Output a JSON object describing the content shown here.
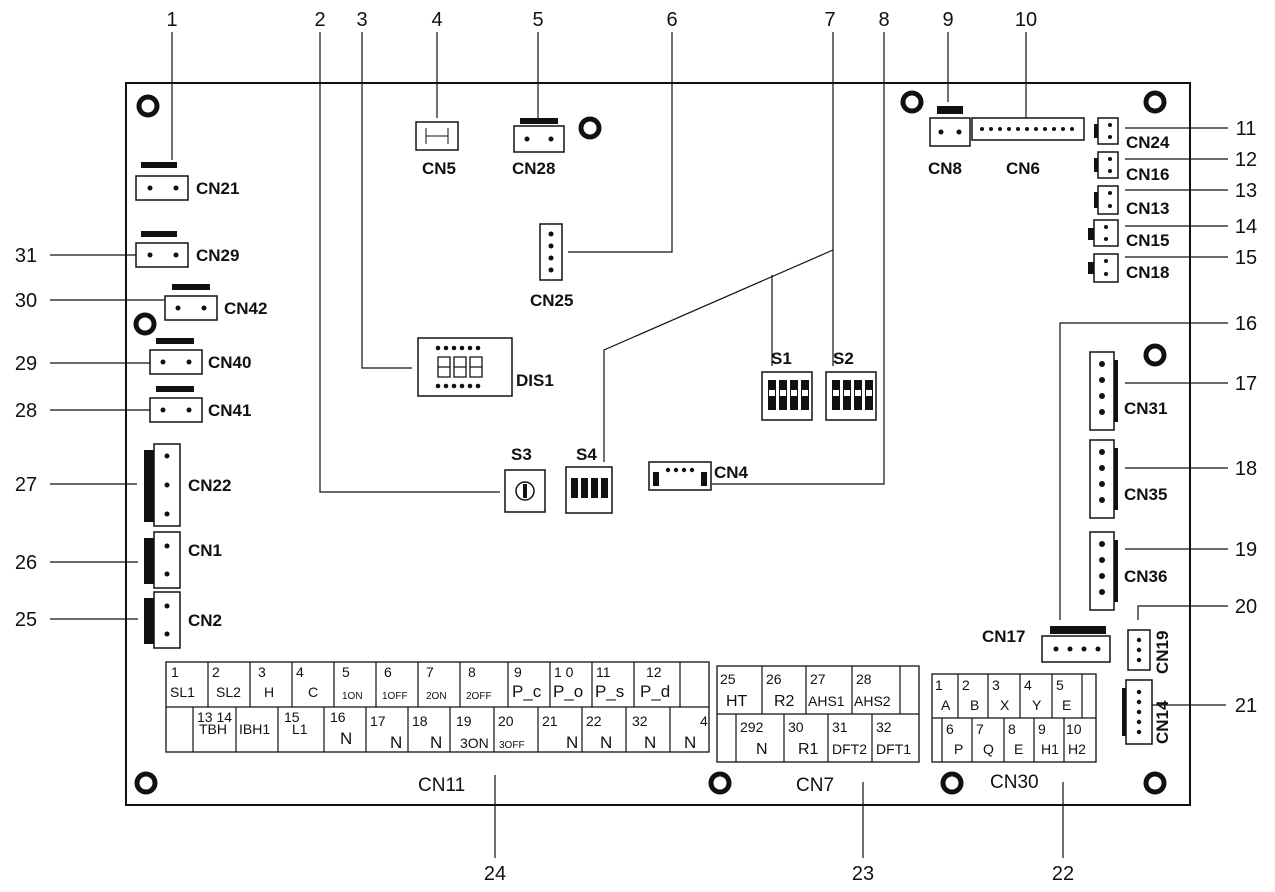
{
  "callouts": [
    "1",
    "2",
    "3",
    "4",
    "5",
    "6",
    "7",
    "8",
    "9",
    "10",
    "11",
    "12",
    "13",
    "14",
    "15",
    "16",
    "17",
    "18",
    "19",
    "20",
    "21",
    "22",
    "23",
    "24",
    "25",
    "26",
    "27",
    "28",
    "29",
    "30",
    "31"
  ],
  "connectors": {
    "cn21": "CN21",
    "cn29": "CN29",
    "cn42": "CN42",
    "cn40": "CN40",
    "cn41": "CN41",
    "cn22": "CN22",
    "cn1": "CN1",
    "cn2": "CN2",
    "cn5": "CN5",
    "cn28": "CN28",
    "cn25": "CN25",
    "dis1": "DIS1",
    "s3": "S3",
    "s4": "S4",
    "cn4": "CN4",
    "s1": "S1",
    "s2": "S2",
    "cn8": "CN8",
    "cn6": "CN6",
    "cn24": "CN24",
    "cn16": "CN16",
    "cn13": "CN13",
    "cn15": "CN15",
    "cn18": "CN18",
    "cn31": "CN31",
    "cn35": "CN35",
    "cn36": "CN36",
    "cn17": "CN17",
    "cn19": "CN19",
    "cn14": "CN14"
  },
  "cn11": {
    "label": "CN11",
    "top_row": [
      {
        "num": "1",
        "label": "SL1"
      },
      {
        "num": "2",
        "label": "SL2"
      },
      {
        "num": "3",
        "label": "H"
      },
      {
        "num": "4",
        "label": "C"
      },
      {
        "num": "5",
        "label": "1ON"
      },
      {
        "num": "6",
        "label": "1OFF"
      },
      {
        "num": "7",
        "label": "2ON"
      },
      {
        "num": "8",
        "label": "2OFF"
      },
      {
        "num": "9",
        "label": "P_c"
      },
      {
        "num": "1 0",
        "label": "P_o"
      },
      {
        "num": "11",
        "label": "P_s"
      },
      {
        "num": "12",
        "label": "P_d"
      },
      {
        "num": "",
        "label": ""
      }
    ],
    "bottom_row": [
      {
        "num": "",
        "label": ""
      },
      {
        "num": "13 14",
        "label": "TBH"
      },
      {
        "num": "",
        "label": "IBH1"
      },
      {
        "num": "15",
        "label": "L1"
      },
      {
        "num": "16",
        "label": "N"
      },
      {
        "num": "17",
        "label": "N"
      },
      {
        "num": "18",
        "label": "N"
      },
      {
        "num": "19",
        "label": "3ON"
      },
      {
        "num": "20",
        "label": "3OFF"
      },
      {
        "num": "21",
        "label": "N"
      },
      {
        "num": "22",
        "label": "N"
      },
      {
        "num": "32",
        "label": "N"
      },
      {
        "num": "4",
        "label": "N"
      }
    ]
  },
  "cn7": {
    "label": "CN7",
    "top_row": [
      {
        "num": "25",
        "label": "HT"
      },
      {
        "num": "26",
        "label": "R2"
      },
      {
        "num": "27",
        "label": "AHS1"
      },
      {
        "num": "28",
        "label": "AHS2"
      },
      {
        "num": "",
        "label": ""
      }
    ],
    "bottom_row": [
      {
        "num": "",
        "label": ""
      },
      {
        "num": "292",
        "label": "N"
      },
      {
        "num": "30",
        "label": "R1"
      },
      {
        "num": "31",
        "label": "DFT2"
      },
      {
        "num": "32",
        "label": "DFT1"
      }
    ]
  },
  "cn30": {
    "label": "CN30",
    "top_row": [
      {
        "num": "1",
        "label": "A"
      },
      {
        "num": "2",
        "label": "B"
      },
      {
        "num": "3",
        "label": "X"
      },
      {
        "num": "4",
        "label": "Y"
      },
      {
        "num": "5",
        "label": "E"
      },
      {
        "num": "",
        "label": ""
      }
    ],
    "bottom_row": [
      {
        "num": "6",
        "label": "P"
      },
      {
        "num": "7",
        "label": "Q"
      },
      {
        "num": "8",
        "label": "E"
      },
      {
        "num": "9",
        "label": "H1"
      },
      {
        "num": "10",
        "label": "H2"
      }
    ]
  }
}
